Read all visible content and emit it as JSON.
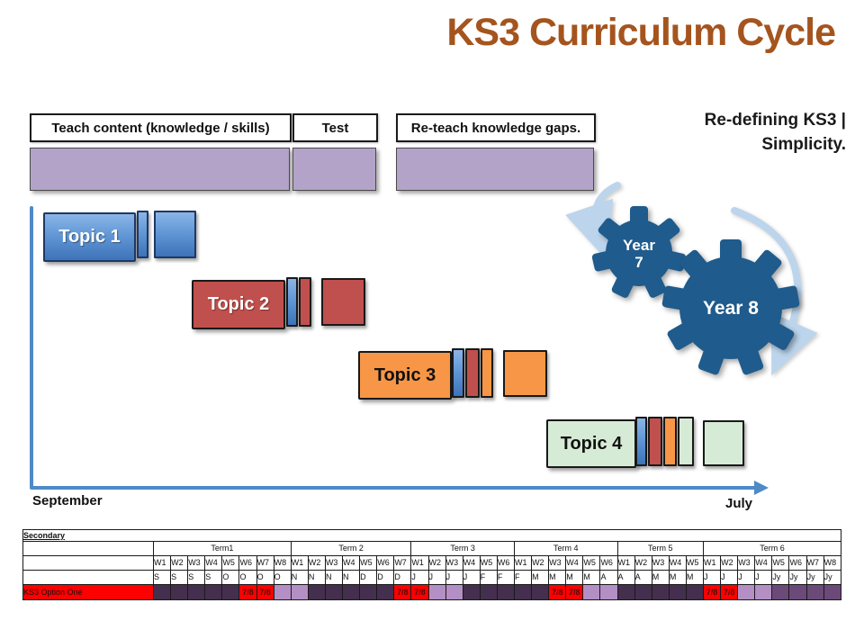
{
  "title": "KS3 Curriculum Cycle",
  "tagline": {
    "line1": "Re-defining KS3 |",
    "line2": "Simplicity."
  },
  "process_steps": [
    {
      "label": "Teach content (knowledge / skills)"
    },
    {
      "label": "Test"
    },
    {
      "label": "Re-teach knowledge gaps."
    }
  ],
  "topics": [
    {
      "label": "Topic 1",
      "color": "blue"
    },
    {
      "label": "Topic 2",
      "color": "red"
    },
    {
      "label": "Topic 3",
      "color": "orange"
    },
    {
      "label": "Topic 4",
      "color": "green"
    }
  ],
  "gears": [
    {
      "line1": "Year",
      "line2": "7"
    },
    {
      "line1": "Year 8",
      "line2": ""
    }
  ],
  "axis": {
    "start_label": "September",
    "end_label": "July"
  },
  "colors": {
    "title": "#A5541E",
    "step_bar": "#B3A3C9",
    "axis": "#4E8AC8",
    "gear": "#1F5B8C",
    "arc": "#BCD5EC",
    "option_label_bg": "#FF0000",
    "cells": {
      "dark": "#44304E",
      "light": "#B48FC5",
      "mid": "#6B4A79",
      "red": "#FF0000"
    },
    "cell_label_color": "#4a0d0d"
  },
  "table": {
    "header": "Secondary",
    "row_label": "KS3 Option One",
    "terms": [
      {
        "name": "Term1",
        "weeks": [
          "W1",
          "W2",
          "W3",
          "W4",
          "W5",
          "W6",
          "W7",
          "W8"
        ],
        "months": [
          "S",
          "S",
          "S",
          "S",
          "O",
          "O",
          "O",
          "O"
        ],
        "cells": [
          {
            "type": "dark"
          },
          {
            "type": "dark"
          },
          {
            "type": "dark"
          },
          {
            "type": "dark"
          },
          {
            "type": "dark"
          },
          {
            "type": "red",
            "label": "7/8"
          },
          {
            "type": "red",
            "label": "7/8"
          },
          {
            "type": "light"
          }
        ]
      },
      {
        "name": "Term 2",
        "weeks": [
          "W1",
          "W2",
          "W3",
          "W4",
          "W5",
          "W6",
          "W7"
        ],
        "months": [
          "N",
          "N",
          "N",
          "N",
          "D",
          "D",
          "D"
        ],
        "cells": [
          {
            "type": "light"
          },
          {
            "type": "dark"
          },
          {
            "type": "dark"
          },
          {
            "type": "dark"
          },
          {
            "type": "dark"
          },
          {
            "type": "dark"
          },
          {
            "type": "red",
            "label": "7/8"
          }
        ]
      },
      {
        "name": "Term 3",
        "weeks": [
          "W1",
          "W2",
          "W3",
          "W4",
          "W5",
          "W6"
        ],
        "months": [
          "J",
          "J",
          "J",
          "J",
          "F",
          "F"
        ],
        "cells": [
          {
            "type": "red",
            "label": "7/8"
          },
          {
            "type": "light"
          },
          {
            "type": "light"
          },
          {
            "type": "dark"
          },
          {
            "type": "dark"
          },
          {
            "type": "dark"
          }
        ]
      },
      {
        "name": "Term 4",
        "weeks": [
          "W1",
          "W2",
          "W3",
          "W4",
          "W5",
          "W6"
        ],
        "months": [
          "F",
          "M",
          "M",
          "M",
          "M",
          "A"
        ],
        "cells": [
          {
            "type": "dark"
          },
          {
            "type": "dark"
          },
          {
            "type": "red",
            "label": "7/8"
          },
          {
            "type": "red",
            "label": "7/8"
          },
          {
            "type": "light"
          },
          {
            "type": "light"
          }
        ]
      },
      {
        "name": "Term 5",
        "weeks": [
          "W1",
          "W2",
          "W3",
          "W4",
          "W5"
        ],
        "months": [
          "A",
          "A",
          "M",
          "M",
          "M"
        ],
        "cells": [
          {
            "type": "dark"
          },
          {
            "type": "dark"
          },
          {
            "type": "dark"
          },
          {
            "type": "dark"
          },
          {
            "type": "dark"
          }
        ]
      },
      {
        "name": "Term 6",
        "weeks": [
          "W1",
          "W2",
          "W3",
          "W4",
          "W5",
          "W6",
          "W7",
          "W8"
        ],
        "months": [
          "J",
          "J",
          "J",
          "J",
          "Jy",
          "Jy",
          "Jy",
          "Jy"
        ],
        "cells": [
          {
            "type": "red",
            "label": "7/8"
          },
          {
            "type": "red",
            "label": "7/8"
          },
          {
            "type": "light"
          },
          {
            "type": "light"
          },
          {
            "type": "mid"
          },
          {
            "type": "mid"
          },
          {
            "type": "mid"
          },
          {
            "type": "mid"
          }
        ]
      }
    ]
  }
}
